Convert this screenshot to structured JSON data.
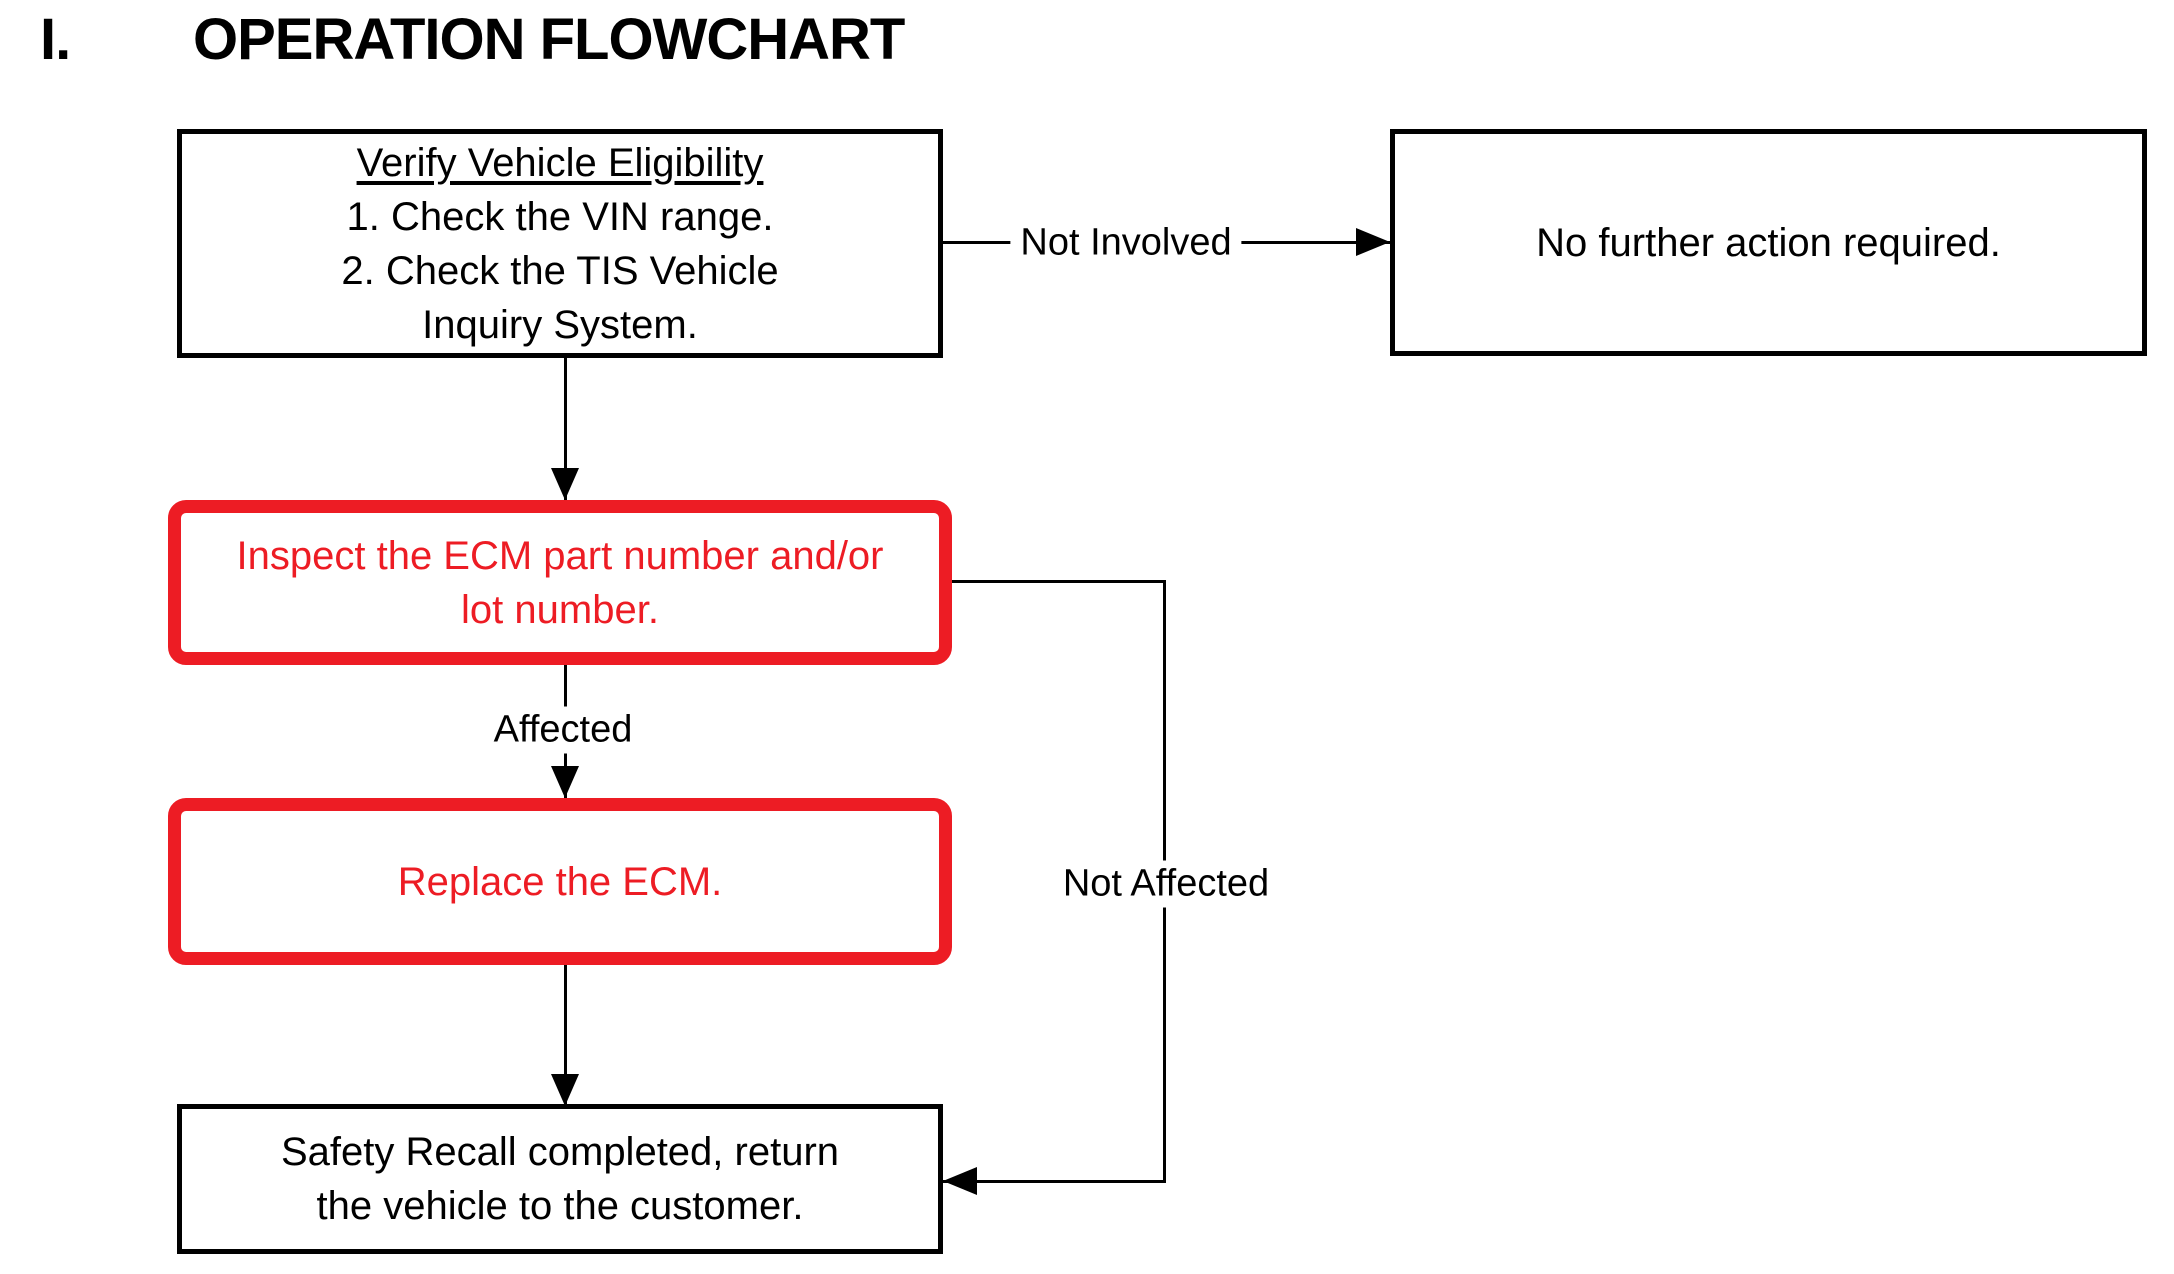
{
  "header": {
    "numeral": "I.",
    "title": "OPERATION FLOWCHART"
  },
  "colors": {
    "red": "#ed1c24",
    "black": "#000000"
  },
  "nodes": {
    "verify": {
      "heading": "Verify Vehicle Eligibility",
      "body": "1. Check the VIN range.\n2. Check the TIS Vehicle\nInquiry System."
    },
    "no_action": {
      "text": "No further action required."
    },
    "inspect": {
      "text": "Inspect the ECM part number and/or\nlot number."
    },
    "replace": {
      "text": "Replace the ECM."
    },
    "complete": {
      "text": "Safety Recall completed, return\nthe vehicle to the customer."
    }
  },
  "edges": {
    "not_involved": "Not Involved",
    "affected": "Affected",
    "not_affected": "Not Affected"
  }
}
